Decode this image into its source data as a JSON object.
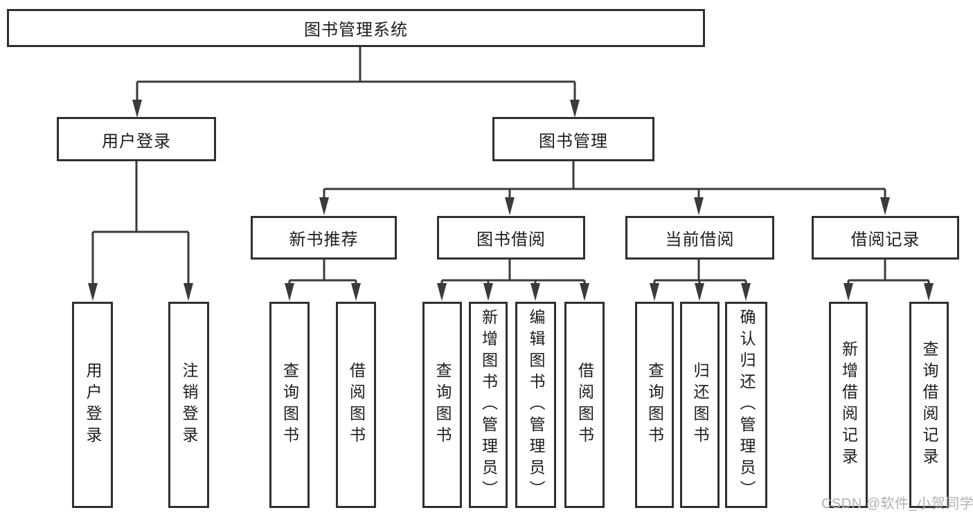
{
  "tree": {
    "root": "图书管理系统",
    "branches": [
      {
        "label": "用户登录",
        "children": [
          "用户登录",
          "注销登录"
        ]
      },
      {
        "label": "图书管理",
        "groups": [
          {
            "label": "新书推荐",
            "children": [
              "查询图书",
              "借阅图书"
            ]
          },
          {
            "label": "图书借阅",
            "children": [
              "查询图书",
              "新增图书（管理员）",
              "编辑图书（管理员）",
              "借阅图书"
            ]
          },
          {
            "label": "当前借阅",
            "children": [
              "查询图书",
              "归还图书",
              "确认归还（管理员）"
            ]
          },
          {
            "label": "借阅记录",
            "children": [
              "新增借阅记录",
              "查询借阅记录"
            ]
          }
        ]
      }
    ]
  },
  "watermark": "CSDN @软件_小贺同学",
  "colors": {
    "line": "#3a3a3a",
    "box_border": "#2f2f2f",
    "text": "#1c1c1c",
    "watermark": "#b7adad",
    "background": "#ffffff"
  }
}
